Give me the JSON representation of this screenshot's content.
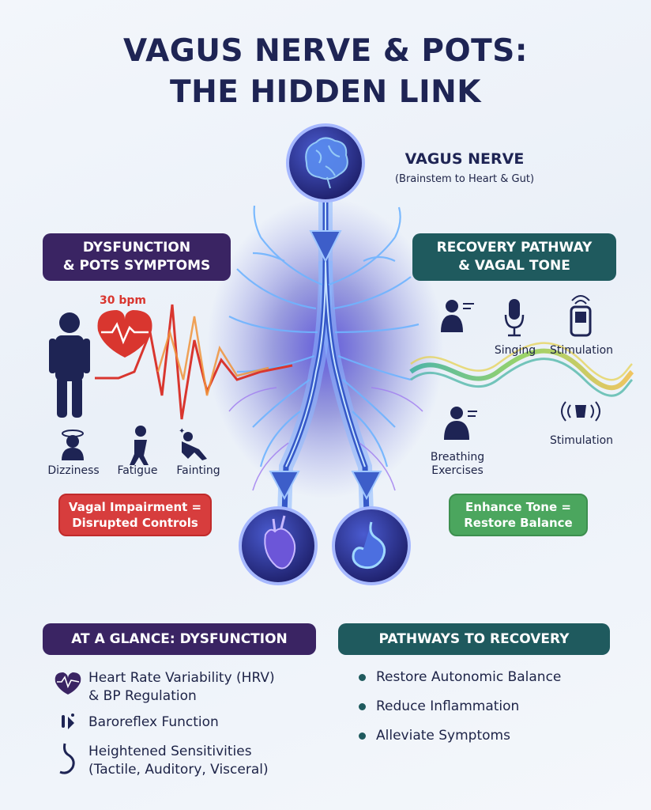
{
  "title": {
    "line1": "VAGUS NERVE & POTS:",
    "line2": "THE HIDDEN LINK"
  },
  "vagus": {
    "title": "VAGUS NERVE",
    "subtitle": "(Brainstem to Heart & Gut)"
  },
  "dysfunction": {
    "tag_line1": "DYSFUNCTION",
    "tag_line2": "& POTS SYMPTOMS",
    "bpm": "30 bpm",
    "symptoms": [
      "Dizziness",
      "Fatigue",
      "Fainting"
    ],
    "callout_line1": "Vagal Impairment =",
    "callout_line2": "Disrupted Controls"
  },
  "recovery": {
    "tag_line1": "RECOVERY PATHWAY",
    "tag_line2": "& VAGAL TONE",
    "items": {
      "singing": "Singing",
      "stimulation_top": "Stimulation",
      "stimulation_bottom": "Stimulation",
      "breathing_line1": "Breathing",
      "breathing_line2": "Exercises"
    },
    "callout_line1": "Enhance Tone =",
    "callout_line2": "Restore Balance"
  },
  "glance": {
    "header": "AT A GLANCE: DYSFUNCTION",
    "items": [
      {
        "line1": "Heart Rate Variability (HRV)",
        "line2": "& BP Regulation",
        "icon": "heart-pulse-icon"
      },
      {
        "line1": "Baroreflex Function",
        "line2": "",
        "icon": "baroreflex-icon"
      },
      {
        "line1": "Heightened Sensitivities",
        "line2": "(Tactile, Auditory, Visceral)",
        "icon": "stomach-icon"
      }
    ]
  },
  "pathways": {
    "header": "PATHWAYS TO RECOVERY",
    "items": [
      "Restore Autonomic Balance",
      "Reduce Inflammation",
      "Alleviate Symptoms"
    ]
  },
  "colors": {
    "navy": "#1e2454",
    "purple": "#3a2463",
    "teal": "#1f5a5e",
    "red": "#d73d3d",
    "green": "#4ba65e",
    "nerve": "#5aa8ff"
  }
}
